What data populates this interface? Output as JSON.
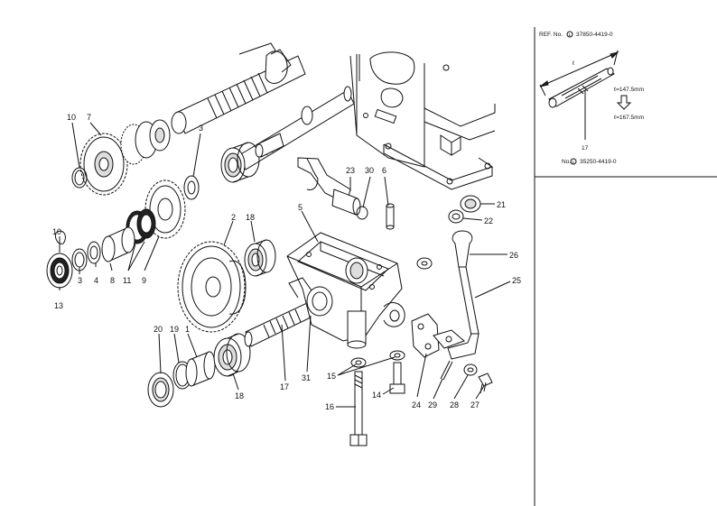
{
  "inset": {
    "ref_prefix": "REF. No.",
    "ref_marker": "1",
    "ref_number": "37850-4419-0",
    "dim_label": "ℓ",
    "dim_old": "ℓ=147.5mm",
    "dim_new": "ℓ=167.5mm",
    "part_label": "17",
    "new_prefix": "No.",
    "new_marker": "1",
    "new_number": "35250-4419-0"
  },
  "callouts": [
    {
      "id": "10-a",
      "text": "10"
    },
    {
      "id": "7",
      "text": "7"
    },
    {
      "id": "3-top",
      "text": "3"
    },
    {
      "id": "10-b",
      "text": "10"
    },
    {
      "id": "3-left",
      "text": "3"
    },
    {
      "id": "4",
      "text": "4"
    },
    {
      "id": "8",
      "text": "8"
    },
    {
      "id": "11",
      "text": "11"
    },
    {
      "id": "9",
      "text": "9"
    },
    {
      "id": "13",
      "text": "13"
    },
    {
      "id": "2",
      "text": "2"
    },
    {
      "id": "18-top",
      "text": "18"
    },
    {
      "id": "5",
      "text": "5"
    },
    {
      "id": "23",
      "text": "23"
    },
    {
      "id": "30",
      "text": "30"
    },
    {
      "id": "6",
      "text": "6"
    },
    {
      "id": "21",
      "text": "21"
    },
    {
      "id": "22",
      "text": "22"
    },
    {
      "id": "26",
      "text": "26"
    },
    {
      "id": "25",
      "text": "25"
    },
    {
      "id": "20",
      "text": "20"
    },
    {
      "id": "19",
      "text": "19"
    },
    {
      "id": "1",
      "text": "1"
    },
    {
      "id": "18-bottom",
      "text": "18"
    },
    {
      "id": "17",
      "text": "17"
    },
    {
      "id": "31",
      "text": "31"
    },
    {
      "id": "15",
      "text": "15"
    },
    {
      "id": "16",
      "text": "16"
    },
    {
      "id": "14",
      "text": "14"
    },
    {
      "id": "24",
      "text": "24"
    },
    {
      "id": "29",
      "text": "29"
    },
    {
      "id": "28",
      "text": "28"
    },
    {
      "id": "27",
      "text": "27"
    }
  ]
}
